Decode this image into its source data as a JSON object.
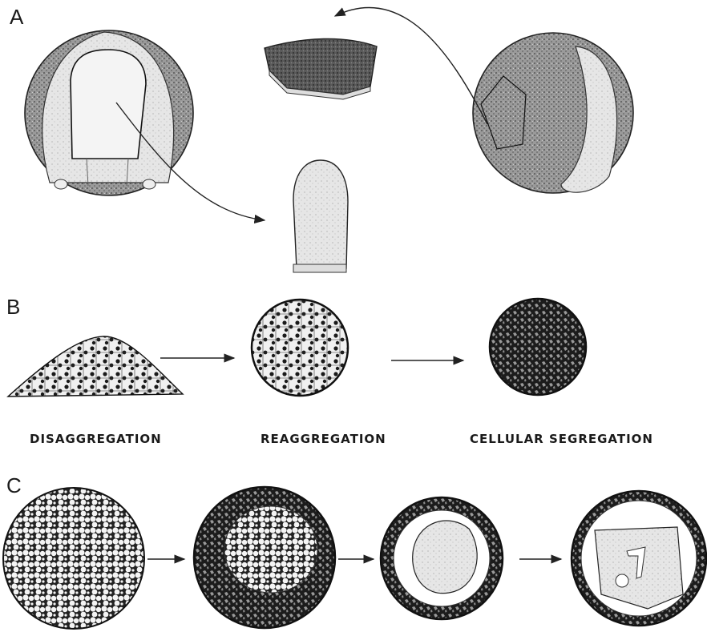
{
  "panels": {
    "a": {
      "letter": "A"
    },
    "b": {
      "letter": "B",
      "labels": {
        "disaggregation": "DISAGGREGATION",
        "reaggregation": "REAGGREGATION",
        "segregation": "CELLULAR SEGREGATION"
      }
    },
    "c": {
      "letter": "C"
    }
  },
  "colors": {
    "ink": "#1a1a1a",
    "paper": "#ffffff",
    "light_cell": "#f2f2f2",
    "dark_cell": "#202020"
  }
}
